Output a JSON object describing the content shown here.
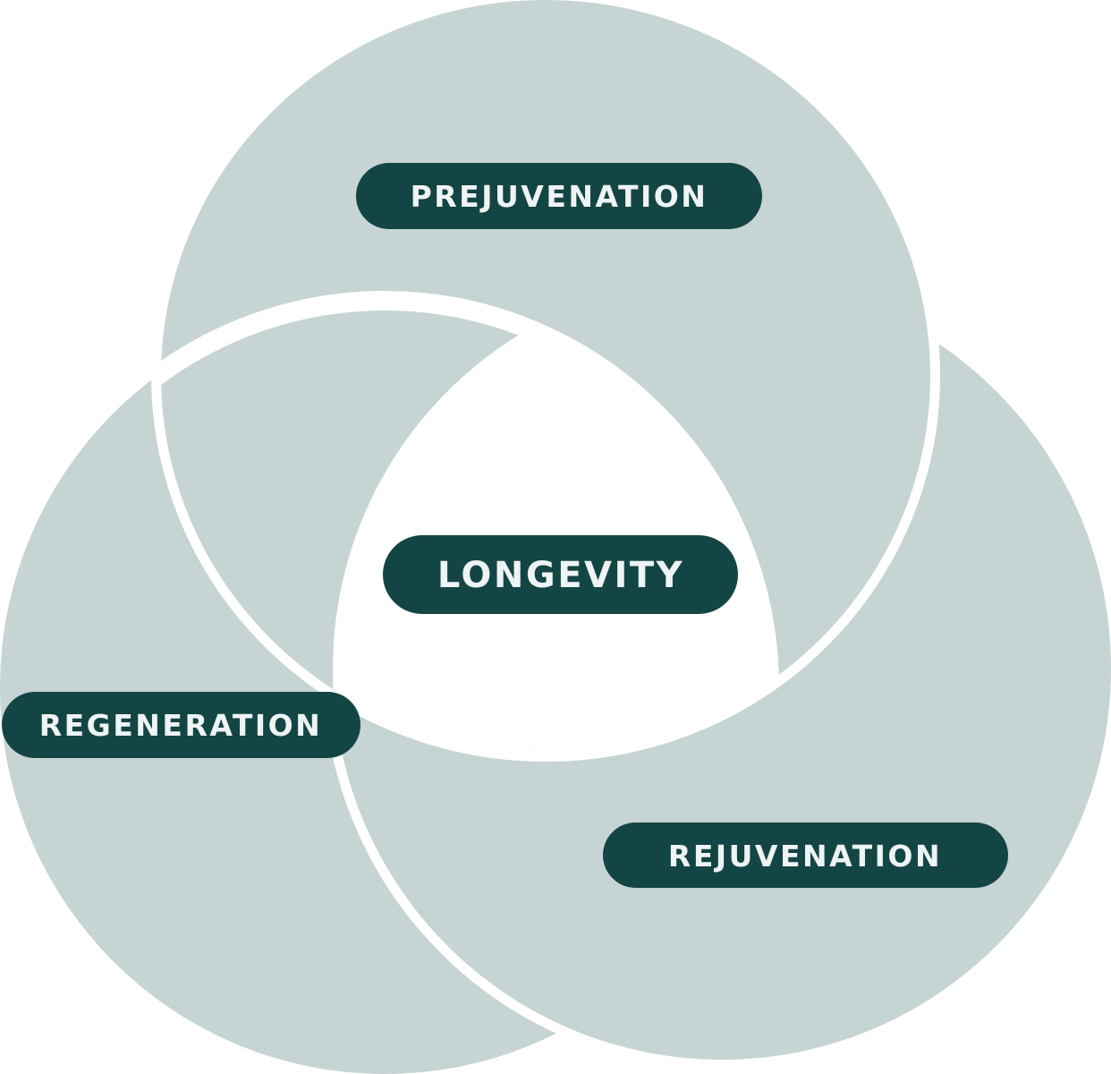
{
  "diagram": {
    "colors": {
      "circle_fill": "#c6d4d3",
      "gap": "#ffffff",
      "center_fill": "#ffffff",
      "pill_fill": "#134544",
      "pill_text": "#eef3f3"
    },
    "labels": {
      "top": "PREJUVENATION",
      "left": "REGENERATION",
      "right": "REJUVENATION",
      "center": "LONGEVITY"
    }
  }
}
